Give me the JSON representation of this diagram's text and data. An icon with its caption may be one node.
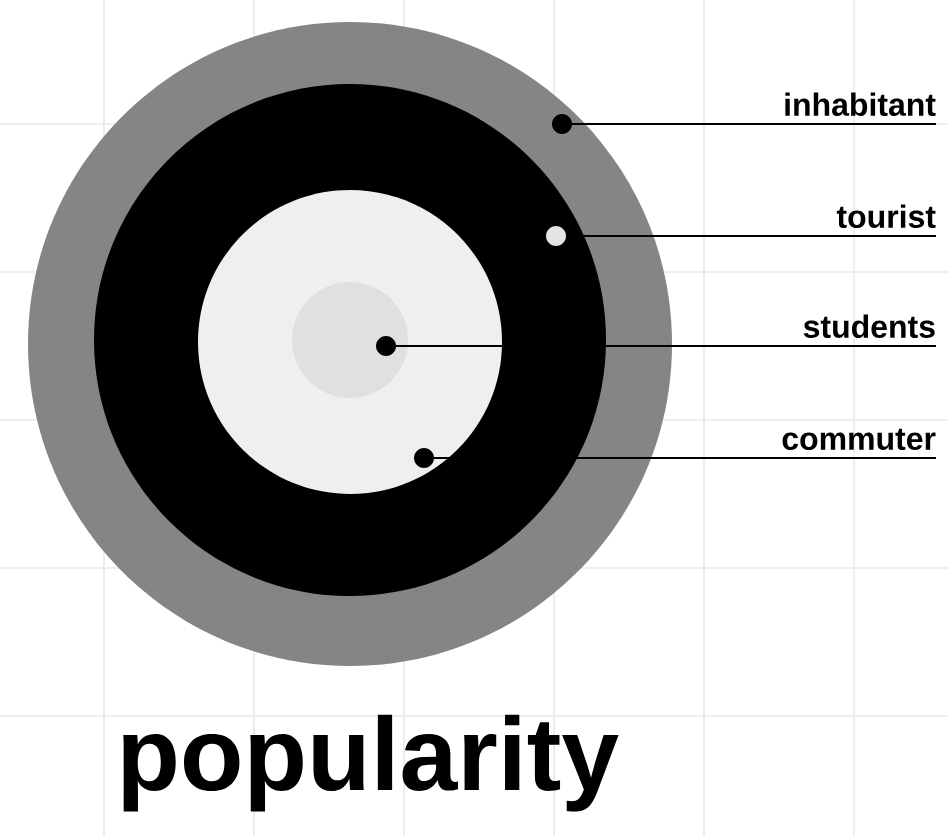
{
  "diagram": {
    "title": "popularity",
    "nodes": [
      {
        "text": [
          "inhabitant"
        ]
      },
      {
        "text": [
          "tourist"
        ]
      },
      {
        "text": [
          "students"
        ]
      },
      {
        "text": [
          "commuter"
        ]
      },
      {
        "text": [],
        "shape": "circle"
      },
      {
        "text": [],
        "shape": "circle"
      },
      {
        "text": [],
        "shape": "circle"
      },
      {
        "text": [],
        "shape": "circle"
      }
    ],
    "edges": [
      {
        "from": 0,
        "to": 4,
        "arrow": "none"
      },
      {
        "from": 1,
        "to": 5,
        "arrow": "none"
      },
      {
        "from": 2,
        "to": 6,
        "arrow": "none"
      },
      {
        "from": 3,
        "to": 7,
        "arrow": "none"
      }
    ]
  }
}
